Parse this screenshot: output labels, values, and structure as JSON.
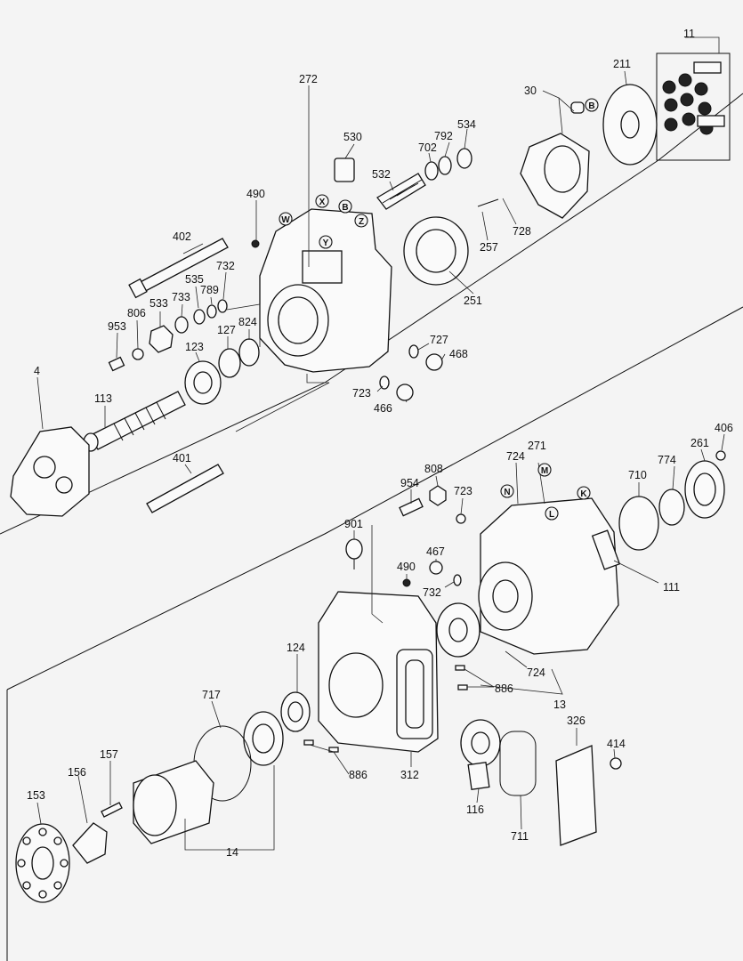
{
  "diagram": {
    "part_labels": [
      {
        "id": "p11",
        "text": "11"
      },
      {
        "id": "p211",
        "text": "211"
      },
      {
        "id": "p30",
        "text": "30"
      },
      {
        "id": "p272",
        "text": "272"
      },
      {
        "id": "p530",
        "text": "530"
      },
      {
        "id": "p534",
        "text": "534"
      },
      {
        "id": "p792",
        "text": "792"
      },
      {
        "id": "p702",
        "text": "702"
      },
      {
        "id": "p532",
        "text": "532"
      },
      {
        "id": "p490a",
        "text": "490"
      },
      {
        "id": "p728",
        "text": "728"
      },
      {
        "id": "p257",
        "text": "257"
      },
      {
        "id": "p402",
        "text": "402"
      },
      {
        "id": "p535",
        "text": "535"
      },
      {
        "id": "p732a",
        "text": "732"
      },
      {
        "id": "p733",
        "text": "733"
      },
      {
        "id": "p789",
        "text": "789"
      },
      {
        "id": "p251",
        "text": "251"
      },
      {
        "id": "p533",
        "text": "533"
      },
      {
        "id": "p806",
        "text": "806"
      },
      {
        "id": "p824",
        "text": "824"
      },
      {
        "id": "p953",
        "text": "953"
      },
      {
        "id": "p127",
        "text": "127"
      },
      {
        "id": "p727",
        "text": "727"
      },
      {
        "id": "p123",
        "text": "123"
      },
      {
        "id": "p468",
        "text": "468"
      },
      {
        "id": "p4",
        "text": "4"
      },
      {
        "id": "p723a",
        "text": "723"
      },
      {
        "id": "p466",
        "text": "466"
      },
      {
        "id": "p113",
        "text": "113"
      },
      {
        "id": "p406",
        "text": "406"
      },
      {
        "id": "p261",
        "text": "261"
      },
      {
        "id": "p724a",
        "text": "724"
      },
      {
        "id": "p271",
        "text": "271"
      },
      {
        "id": "p808",
        "text": "808"
      },
      {
        "id": "p401",
        "text": "401"
      },
      {
        "id": "p774",
        "text": "774"
      },
      {
        "id": "p710",
        "text": "710"
      },
      {
        "id": "p954",
        "text": "954"
      },
      {
        "id": "p723b",
        "text": "723"
      },
      {
        "id": "p901",
        "text": "901"
      },
      {
        "id": "p467",
        "text": "467"
      },
      {
        "id": "p111",
        "text": "111"
      },
      {
        "id": "p490b",
        "text": "490"
      },
      {
        "id": "p732b",
        "text": "732"
      },
      {
        "id": "p124",
        "text": "124"
      },
      {
        "id": "p724b",
        "text": "724"
      },
      {
        "id": "p886a",
        "text": "886"
      },
      {
        "id": "p13",
        "text": "13"
      },
      {
        "id": "p717",
        "text": "717"
      },
      {
        "id": "p326",
        "text": "326"
      },
      {
        "id": "p414",
        "text": "414"
      },
      {
        "id": "p157",
        "text": "157"
      },
      {
        "id": "p886b",
        "text": "886"
      },
      {
        "id": "p156",
        "text": "156"
      },
      {
        "id": "p312",
        "text": "312"
      },
      {
        "id": "p153",
        "text": "153"
      },
      {
        "id": "p116",
        "text": "116"
      },
      {
        "id": "p711",
        "text": "711"
      },
      {
        "id": "p14",
        "text": "14"
      }
    ],
    "port_labels": [
      {
        "id": "B1",
        "text": "B"
      },
      {
        "id": "X",
        "text": "X"
      },
      {
        "id": "B2",
        "text": "B"
      },
      {
        "id": "W",
        "text": "W"
      },
      {
        "id": "Z",
        "text": "Z"
      },
      {
        "id": "Y",
        "text": "Y"
      },
      {
        "id": "M",
        "text": "M"
      },
      {
        "id": "N",
        "text": "N"
      },
      {
        "id": "K",
        "text": "K"
      },
      {
        "id": "L",
        "text": "L"
      }
    ]
  }
}
